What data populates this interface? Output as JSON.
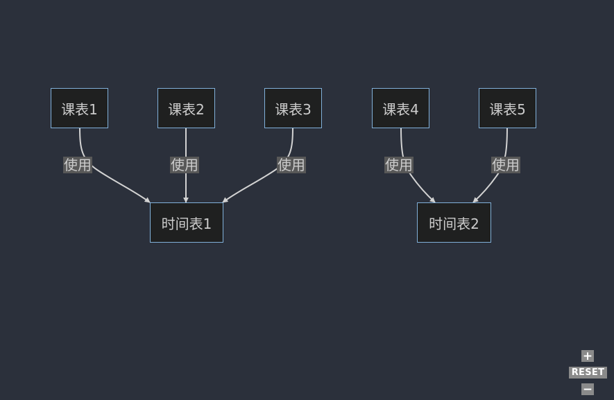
{
  "nodes": [
    {
      "id": "s1",
      "label": "课表1"
    },
    {
      "id": "s2",
      "label": "课表2"
    },
    {
      "id": "s3",
      "label": "课表3"
    },
    {
      "id": "s4",
      "label": "课表4"
    },
    {
      "id": "s5",
      "label": "课表5"
    },
    {
      "id": "t1",
      "label": "时间表1"
    },
    {
      "id": "t2",
      "label": "时间表2"
    }
  ],
  "edges": [
    {
      "from": "s1",
      "to": "t1",
      "label": "使用"
    },
    {
      "from": "s2",
      "to": "t1",
      "label": "使用"
    },
    {
      "from": "s3",
      "to": "t1",
      "label": "使用"
    },
    {
      "from": "s4",
      "to": "t2",
      "label": "使用"
    },
    {
      "from": "s5",
      "to": "t2",
      "label": "使用"
    }
  ],
  "controls": {
    "zoom_in": "+",
    "reset": "RESET",
    "zoom_out": "−"
  },
  "colors": {
    "background": "#2b303b",
    "node_fill": "#1f2020",
    "node_border": "#81b1db",
    "text": "#cccccc",
    "edge": "#d3d3d3",
    "edge_label_bg": "#585858"
  }
}
